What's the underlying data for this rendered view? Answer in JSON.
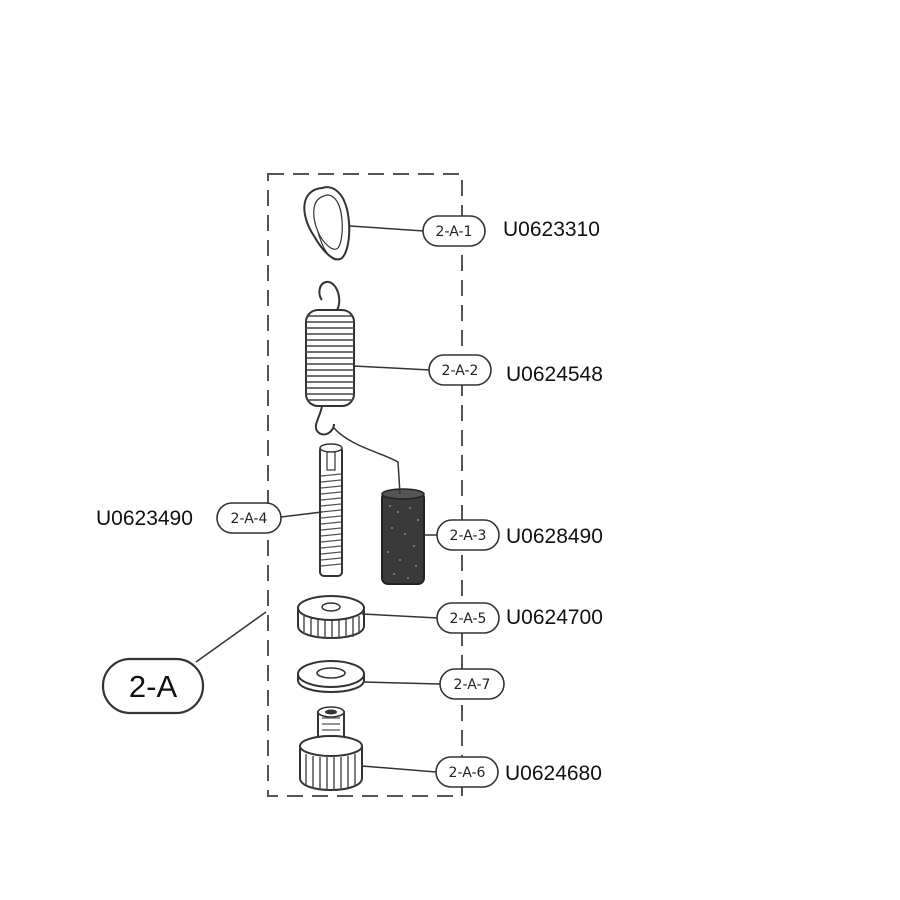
{
  "group": {
    "label": "2-A"
  },
  "parts": [
    {
      "callout": "2-A-1",
      "part_number": "U0623310",
      "icon": "wire-loop-icon"
    },
    {
      "callout": "2-A-2",
      "part_number": "U0624548",
      "icon": "tension-spring-icon"
    },
    {
      "callout": "2-A-3",
      "part_number": "U0628490",
      "icon": "felt-cylinder-icon"
    },
    {
      "callout": "2-A-4",
      "part_number": "U0623490",
      "icon": "threaded-rod-icon"
    },
    {
      "callout": "2-A-5",
      "part_number": "U0624700",
      "icon": "knurled-nut-icon"
    },
    {
      "callout": "2-A-7",
      "part_number": "",
      "icon": "washer-icon"
    },
    {
      "callout": "2-A-6",
      "part_number": "U0624680",
      "icon": "knurled-knob-icon"
    }
  ]
}
